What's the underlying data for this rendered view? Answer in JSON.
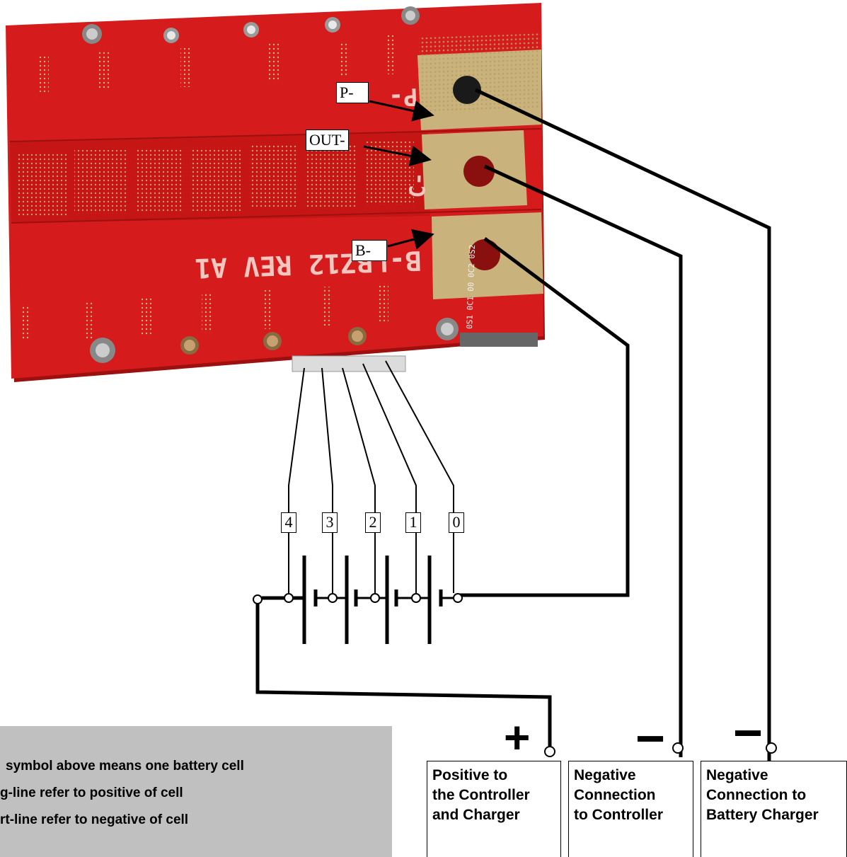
{
  "pcb": {
    "silkscreen_title": "B-LBZ12 REV A1",
    "silkscreen_p": "P-",
    "silkscreen_c": "C-",
    "pin_labels": "0S1 0C1 00 0C2 0S2"
  },
  "pad_labels": {
    "p_minus": "P-",
    "out_minus": "OUT-",
    "b_minus": "B-"
  },
  "cell_taps": [
    "4",
    "3",
    "2",
    "1",
    "0"
  ],
  "terminals": [
    {
      "sign": "+",
      "line1": "Positive to",
      "line2": "the Controller",
      "line3": "and Charger"
    },
    {
      "sign": "−",
      "line1": "Negative",
      "line2": "Connection",
      "line3": "to Controller"
    },
    {
      "sign": "−",
      "line1": "Negative",
      "line2": "Connection to",
      "line3": "Battery Charger"
    }
  ],
  "legend": {
    "line1": "symbol above means one battery cell",
    "line2": "g-line refer to positive of cell",
    "line3": "rt-line refer to negative of cell"
  },
  "colors": {
    "pcb_red": "#d51b1b",
    "pad_gold": "#c9b27c",
    "wire": "#000000",
    "legend_bg": "#c0c0c0"
  }
}
